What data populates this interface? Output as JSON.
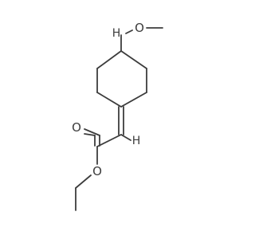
{
  "molecule": {
    "atoms": [
      {
        "id": "h_ch",
        "label": "H"
      },
      {
        "id": "o_ether",
        "label": "O"
      },
      {
        "id": "o_carbonyl",
        "label": "O"
      },
      {
        "id": "h_vinyl",
        "label": "H"
      },
      {
        "id": "o_ester",
        "label": "O"
      }
    ],
    "bond_color": "#3c3c3c",
    "label_color": "#3c3c3c",
    "background": "#ffffff"
  }
}
